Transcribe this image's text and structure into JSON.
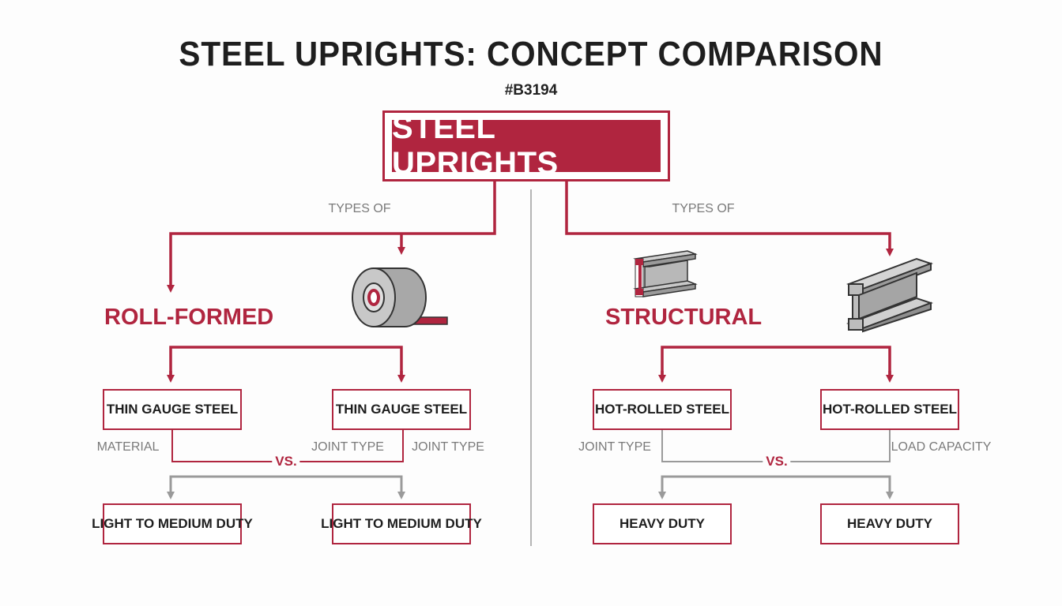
{
  "title": "STEEL UPRIGHTS: CONCEPT COMPARISON",
  "subtitle": "#B3194",
  "colors": {
    "accent": "#b0253f",
    "gray": "#9a9a9a",
    "text": "#1e1e1e"
  },
  "root": {
    "label": "STEEL UPRIGHTS"
  },
  "left": {
    "edge_label": "TYPES OF",
    "heading": "ROLL-FORMED",
    "icon": "steel-coil-icon",
    "boxes": [
      "THIN GAUGE STEEL",
      "THIN GAUGE STEEL"
    ],
    "labels": [
      "MATERIAL",
      "JOINT TYPE",
      "JOINT TYPE"
    ],
    "vs": "VS.",
    "duty": [
      "LIGHT TO MEDIUM DUTY",
      "LIGHT TO MEDIUM DUTY"
    ]
  },
  "right": {
    "edge_label": "TYPES OF",
    "heading": "STRUCTURAL",
    "icons": [
      "small-i-beam-icon",
      "large-i-beam-icon"
    ],
    "boxes": [
      "HOT-ROLLED STEEL",
      "HOT-ROLLED STEEL"
    ],
    "labels": [
      "JOINT TYPE",
      "LOAD CAPACITY"
    ],
    "vs": "VS.",
    "duty": [
      "HEAVY DUTY",
      "HEAVY DUTY"
    ]
  }
}
